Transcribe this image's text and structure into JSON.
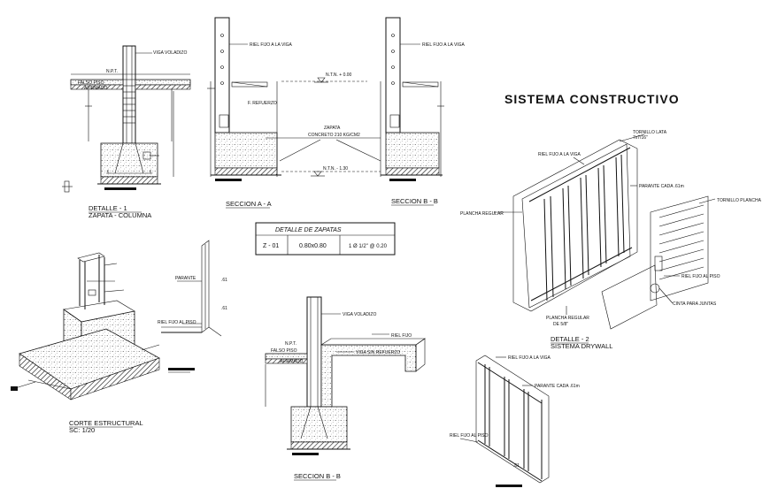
{
  "title": "SISTEMA CONSTRUCTIVO",
  "captions": {
    "detalle1_line1": "DETALLE - 1",
    "detalle1_line2": "ZAPATA - COLUMNA",
    "seccion_a": "SECCION A - A",
    "seccion_b_top": "SECCION B - B",
    "corte_line1": "CORTE ESTRUCTURAL",
    "corte_line2": "SC: 1/20",
    "seccion_b_bottom": "SECCION B - B",
    "detalle2_line1": "DETALLE - 2",
    "detalle2_line2": "SISTEMA DRYWALL"
  },
  "table": {
    "heading": "DETALLE  DE  ZAPATAS",
    "code": "Z - 01",
    "size": "0.80x0.80",
    "rebar": "1 Ø 1/2\" @ 0.20"
  },
  "labels": {
    "ntn_top": "N.T.N. + 0.00",
    "ntn_bottom": "N.T.N. - 1.30",
    "zapata_line1": "ZAPATA",
    "zapata_line2": "CONCRETO 210 KG/CM2",
    "npt": "N.P.T.",
    "falso_piso": "FALSO PISO",
    "afirmado": "AFIRMADO",
    "viga": "VIGA VOLADIZO",
    "tornillo_line1": "TORNILLO LATA",
    "tornillo_line2": "7x7/16\"",
    "riel": "RIEL FIJO A LA VIGA",
    "parante": "PARANTE CADA .61m",
    "tornillo_plancha": "TORNILLO PLANCHA",
    "plancha_regular": "PLANCHA REGULAR",
    "riel_piso": "RIEL FIJO AL PISO",
    "cinta": "CINTA PARA JUNTAS",
    "plancha_58_line1": "PLANCHA REGULAR",
    "plancha_58_line2": "DE 5/8\""
  }
}
